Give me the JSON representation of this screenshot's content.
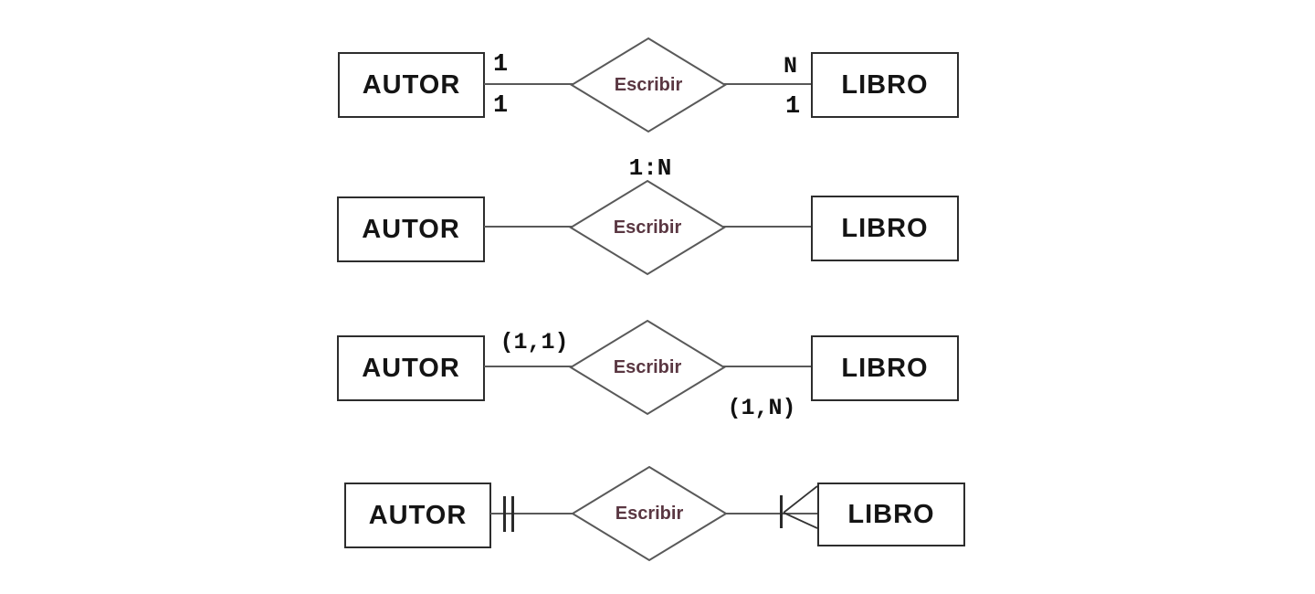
{
  "diagram": {
    "description": "Four ER-diagram cardinality notations for the relationship between AUTOR and LIBRO",
    "relationship_shape": "diamond",
    "colors": {
      "background": "#ffffff",
      "entity_border": "#2d2d2d",
      "entity_text": "#141414",
      "line": "#595959",
      "relationship_text": "#5a3742",
      "cardinality_text": "#111111"
    },
    "rows": [
      {
        "notation": "numbers-on-both-line-ends",
        "left_entity": "AUTOR",
        "relationship": "Escribir",
        "right_entity": "LIBRO",
        "cardinality": {
          "left_above": "1",
          "left_below": "1",
          "right_above": "N",
          "right_below": "1"
        }
      },
      {
        "notation": "ratio-above-diamond",
        "left_entity": "AUTOR",
        "relationship": "Escribir",
        "right_entity": "LIBRO",
        "cardinality": {
          "above_relationship": "1:N"
        }
      },
      {
        "notation": "min-max-pairs",
        "left_entity": "AUTOR",
        "relationship": "Escribir",
        "right_entity": "LIBRO",
        "cardinality": {
          "left_above": "(1,1)",
          "right_below": "(1,N)"
        }
      },
      {
        "notation": "crows-foot",
        "left_entity": "AUTOR",
        "relationship": "Escribir",
        "right_entity": "LIBRO",
        "markers": {
          "left": "double-bar-icon",
          "right": "bar-crows-foot-icon"
        }
      }
    ]
  }
}
